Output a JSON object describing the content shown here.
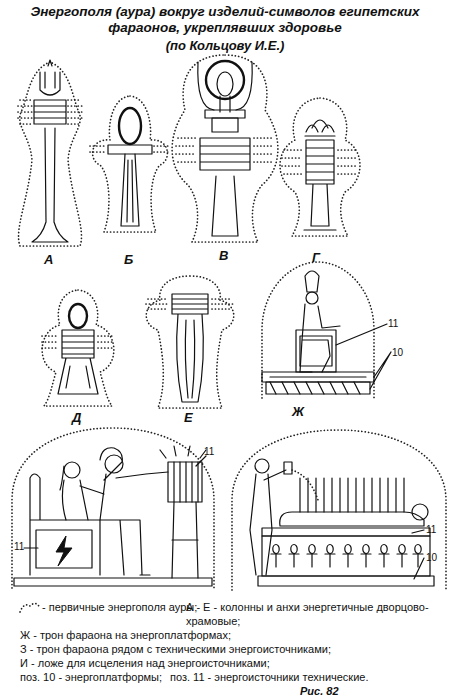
{
  "diagram": {
    "title": "Энергополя (аура) вокруг изделий-символов египетских фараонов, укреплявших здоровье",
    "caption": "Рис. 82",
    "labels": [
      "(по Кольцову И.Е.)",
      "А",
      "Б",
      "В",
      "Г",
      "Д",
      "Е",
      "Ж",
      "11",
      "10",
      "11",
      "11",
      "11",
      "10",
      "А - Е - колонны и анхи энергетичные дворцово-храмовые;",
      "Ж - трон фараона на энергоплатформах;",
      "З - трон фараона рядом с техническими энергоисточниками;",
      "И - ложе для исцеления над энергоисточниками;",
      "поз. 10 - энергоплатформы;",
      "поз. 11 - энергоисточники технические."
    ],
    "legend": [
      {
        "text": "- первичные энергополя ауры;"
      }
    ]
  }
}
